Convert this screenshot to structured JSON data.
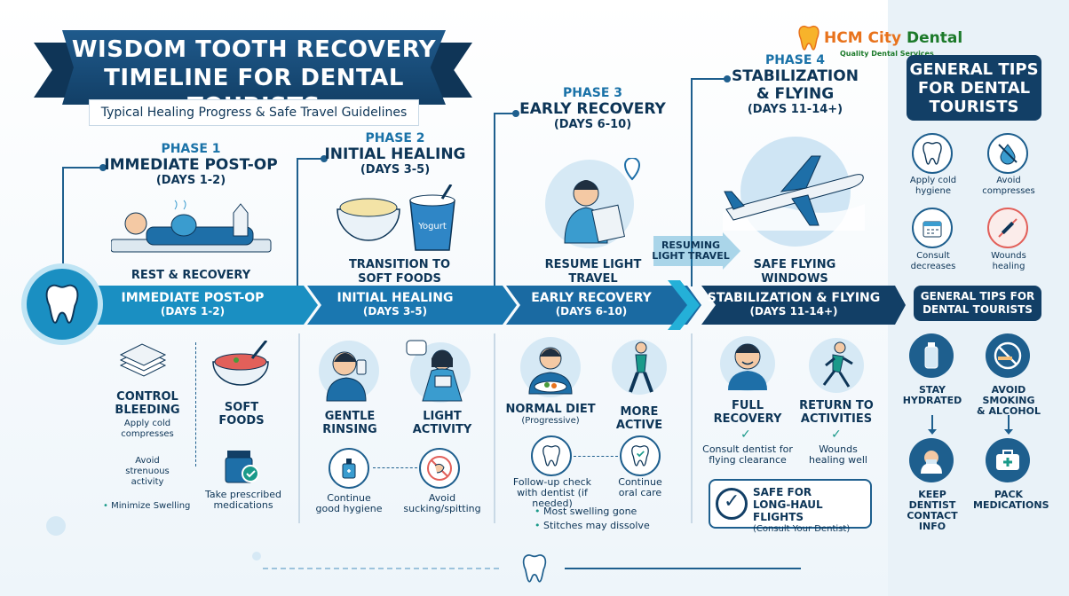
{
  "title": {
    "line1": "WISDOM TOOTH RECOVERY",
    "line2": "TIMELINE FOR DENTAL TOURISTS",
    "subtitle": "Typical Healing Progress & Safe Travel Guidelines"
  },
  "logo": {
    "name_a": "HCM City",
    "name_b": "Dental",
    "tagline": "Quality Dental Services"
  },
  "phases": [
    {
      "label": "PHASE 1",
      "head": "IMMEDIATE POST-OP",
      "days": "(DAYS 1-2)",
      "caption": "REST & RECOVERY",
      "band_title": "IMMEDIATE POST-OP",
      "band_days": "(DAYS 1-2)"
    },
    {
      "label": "PHASE 2",
      "head": "INITIAL HEALING",
      "days": "(DAYS 3-5)",
      "caption_1": "TRANSITION TO",
      "caption_2": "SOFT FOODS",
      "band_title": "INITIAL HEALING",
      "band_days": "(DAYS 3-5)",
      "yogurt": "Yogurt"
    },
    {
      "label": "PHASE 3",
      "head": "EARLY RECOVERY",
      "days": "(DAYS 6-10)",
      "caption_1": "RESUME LIGHT",
      "caption_2": "TRAVEL",
      "band_title": "EARLY RECOVERY",
      "band_days": "(DAYS 6-10)"
    },
    {
      "label": "PHASE 4",
      "head_1": "STABILIZATION",
      "head_2": "& FLYING",
      "days": "(DAYS 11-14+)",
      "caption_1": "SAFE FLYING",
      "caption_2": "WINDOWS",
      "band_title": "STABILIZATION & FLYING",
      "band_days": "(DAYS 11-14+)"
    }
  ],
  "resuming": {
    "line1": "RESUMING",
    "line2": "LIGHT TRAVEL"
  },
  "p1_items": {
    "bleed_1": "CONTROL",
    "bleed_2": "BLEEDING",
    "bleed_sub_1": "Apply cold",
    "bleed_sub_2": "compresses",
    "soft_1": "SOFT",
    "soft_2": "FOODS",
    "avoid_1": "Avoid",
    "avoid_2": "strenuous",
    "avoid_3": "activity",
    "med_1": "Take prescribed",
    "med_2": "medications",
    "bullet": "Minimize Swelling"
  },
  "p2_items": {
    "rinse_1": "GENTLE",
    "rinse_2": "RINSING",
    "light_1": "LIGHT",
    "light_2": "ACTIVITY",
    "hyg_1": "Continue",
    "hyg_2": "good hygiene",
    "suck_1": "Avoid",
    "suck_2": "sucking/spitting"
  },
  "p3_items": {
    "diet_1": "NORMAL DIET",
    "diet_2": "(Progressive)",
    "active_1": "MORE",
    "active_2": "ACTIVE",
    "follow_1": "Follow-up check",
    "follow_2": "with dentist (if needed)",
    "oral_1": "Continue",
    "oral_2": "oral care",
    "b1": "Most swelling gone",
    "b2": "Stitches may dissolve"
  },
  "p4_items": {
    "full_1": "FULL",
    "full_2": "RECOVERY",
    "ret_1": "RETURN TO",
    "ret_2": "ACTIVITIES",
    "cons_1": "Consult dentist for",
    "cons_2": "flying clearance",
    "wh_1": "Wounds",
    "wh_2": "healing well",
    "safe_1": "SAFE FOR",
    "safe_2": "LONG-HAUL FLIGHTS",
    "safe_3": "(Consult Your Dentist)"
  },
  "tips_top": {
    "title_1": "GENERAL TIPS",
    "title_2": "FOR DENTAL",
    "title_3": "TOURISTS",
    "t1_1": "Apply cold",
    "t1_2": "hygiene",
    "t2_1": "Avoid",
    "t2_2": "compresses",
    "t3_1": "Consult",
    "t3_2": "decreases",
    "t4_1": "Wounds",
    "t4_2": "healing"
  },
  "tips_bottom": {
    "title_1": "GENERAL TIPS FOR",
    "title_2": "DENTAL TOURISTS",
    "a_1": "STAY",
    "a_2": "HYDRATED",
    "b_1": "AVOID SMOKING",
    "b_2": "& ALCOHOL",
    "c_1": "KEEP DENTIST",
    "c_2": "CONTACT INFO",
    "d_1": "PACK",
    "d_2": "MEDICATIONS"
  },
  "colors": {
    "navy": "#123f66",
    "teal": "#1a8fc2",
    "accent": "#1a9a8a"
  }
}
